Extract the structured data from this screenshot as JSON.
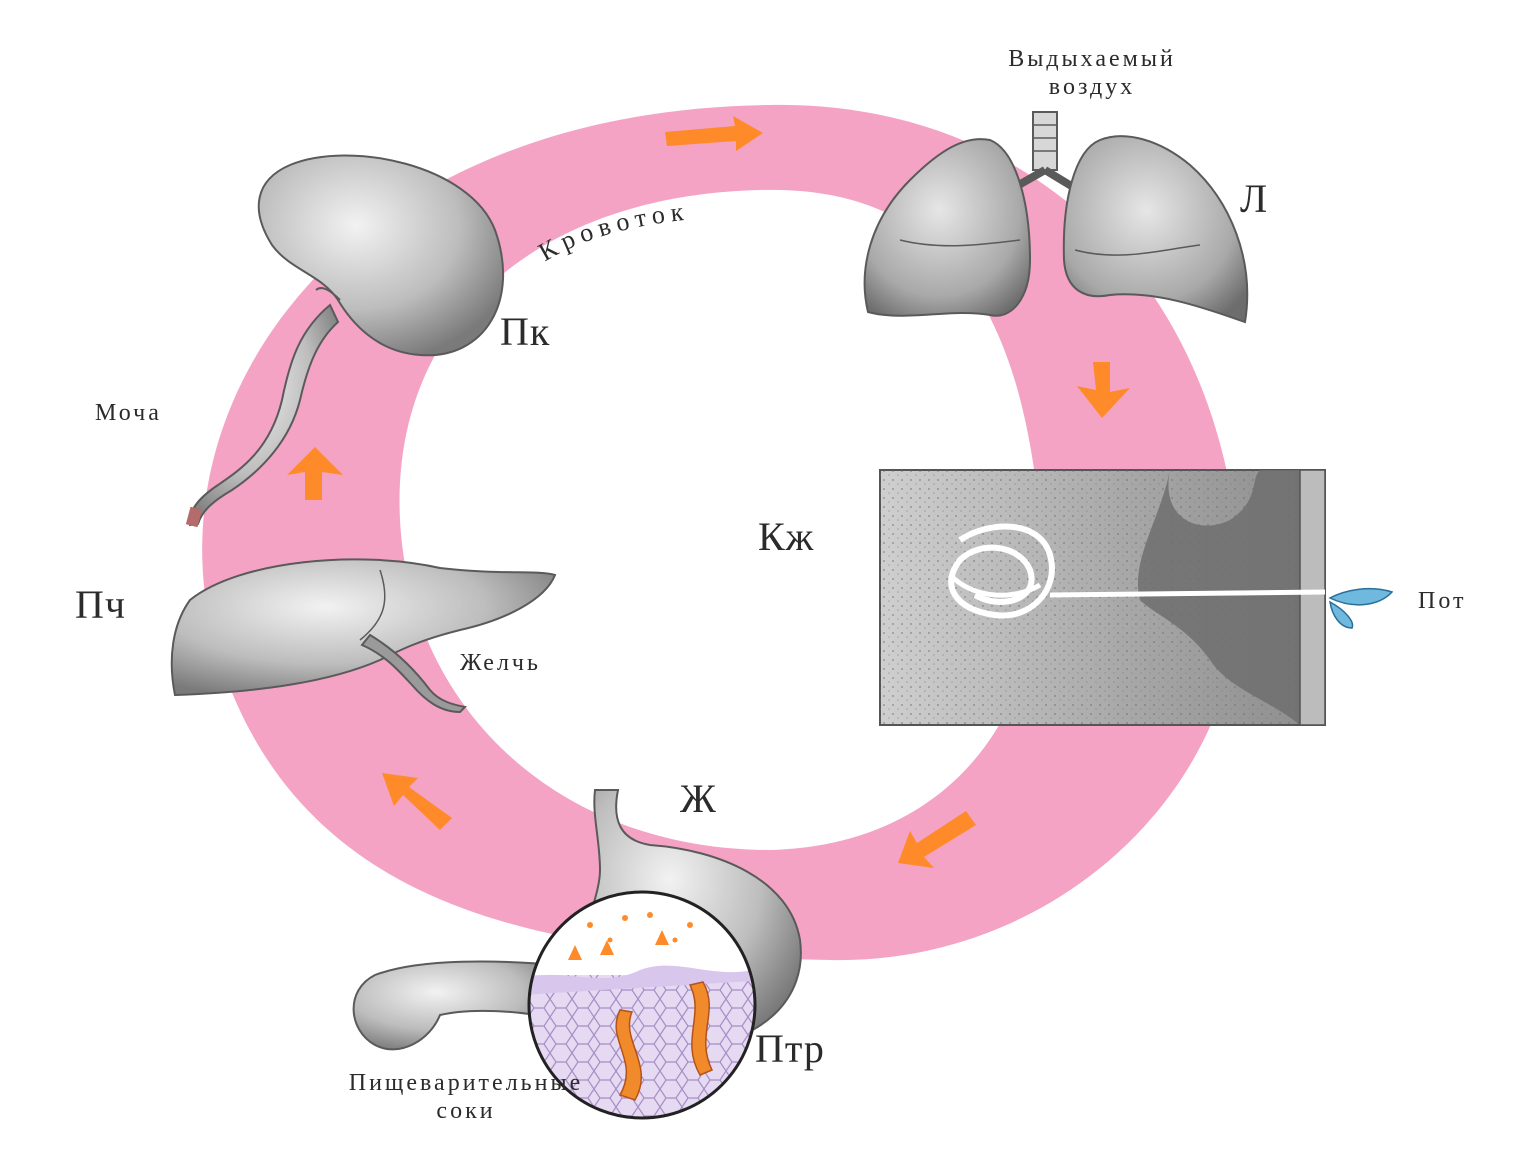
{
  "labels": {
    "exhaled_air_line1": "Выдыхаемый",
    "exhaled_air_line2": "воздух",
    "bloodflow": "Кровоток",
    "lungs": "Л",
    "kidney": "Пк",
    "urine": "Моча",
    "liver": "Пч",
    "bile": "Желчь",
    "skin": "Кж",
    "sweat": "Пот",
    "stomach": "Ж",
    "intestine": "Птр",
    "digestive_juices_line1": "Пищеварительные",
    "digestive_juices_line2": "соки"
  },
  "colors": {
    "ring": "#f4a3c4",
    "arrow": "#ff8a2a",
    "organ_fill": "#c9c9c9",
    "organ_stroke": "#5a5a5a",
    "sweat_drop": "#6fb8de"
  },
  "icons": {
    "kidney": "kidney-icon",
    "lungs": "lungs-icon",
    "liver": "liver-icon",
    "skin": "skin-section-icon",
    "stomach": "stomach-icon",
    "intestine_zoom": "intestine-villi-icon",
    "sweat": "sweat-drop-icon"
  }
}
